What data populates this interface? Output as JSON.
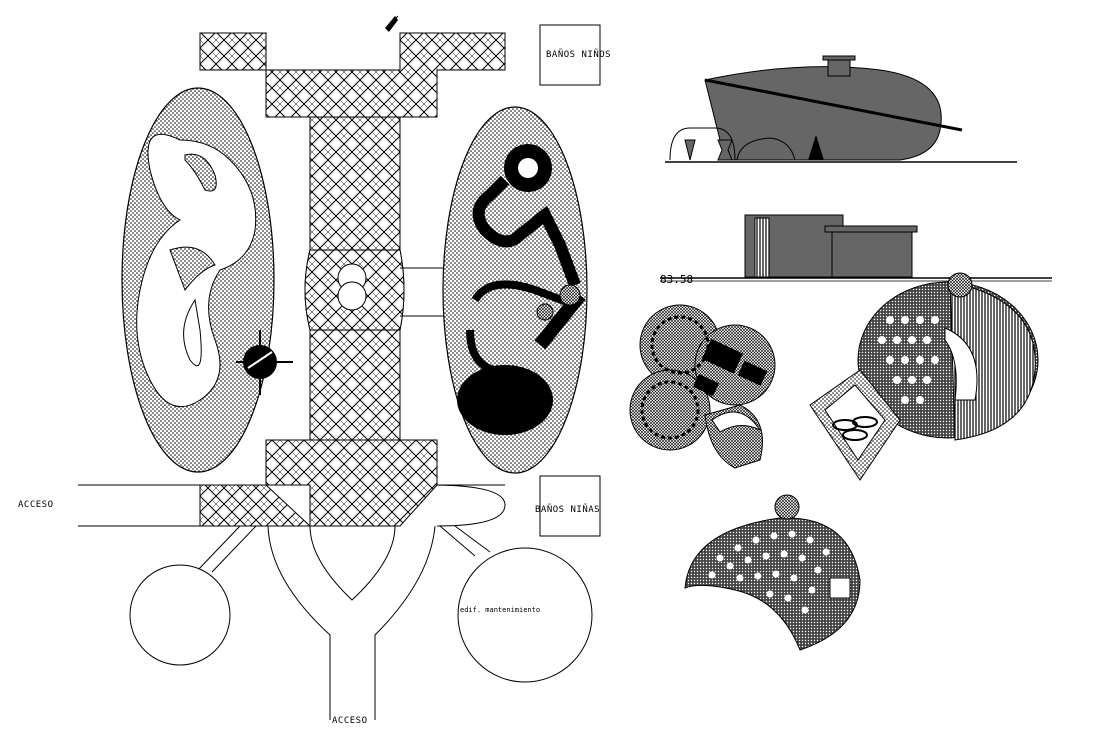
{
  "labels": {
    "banos_ninos": "BAÑOS NIÑOS",
    "banos_ninas": "BAÑOS NIÑAS",
    "acceso_left": "ACCESO",
    "acceso_bottom": "ACCESO",
    "edif_mantenimiento": "edif. mantenimiento",
    "elevation": "83.58"
  },
  "colors": {
    "line": "#000000",
    "fill_dark": "#666666",
    "fill_black": "#000000",
    "background": "#ffffff"
  },
  "icons": {
    "north_arrow": "north-arrow-icon",
    "target_symbol": "crosshair-target-icon"
  }
}
